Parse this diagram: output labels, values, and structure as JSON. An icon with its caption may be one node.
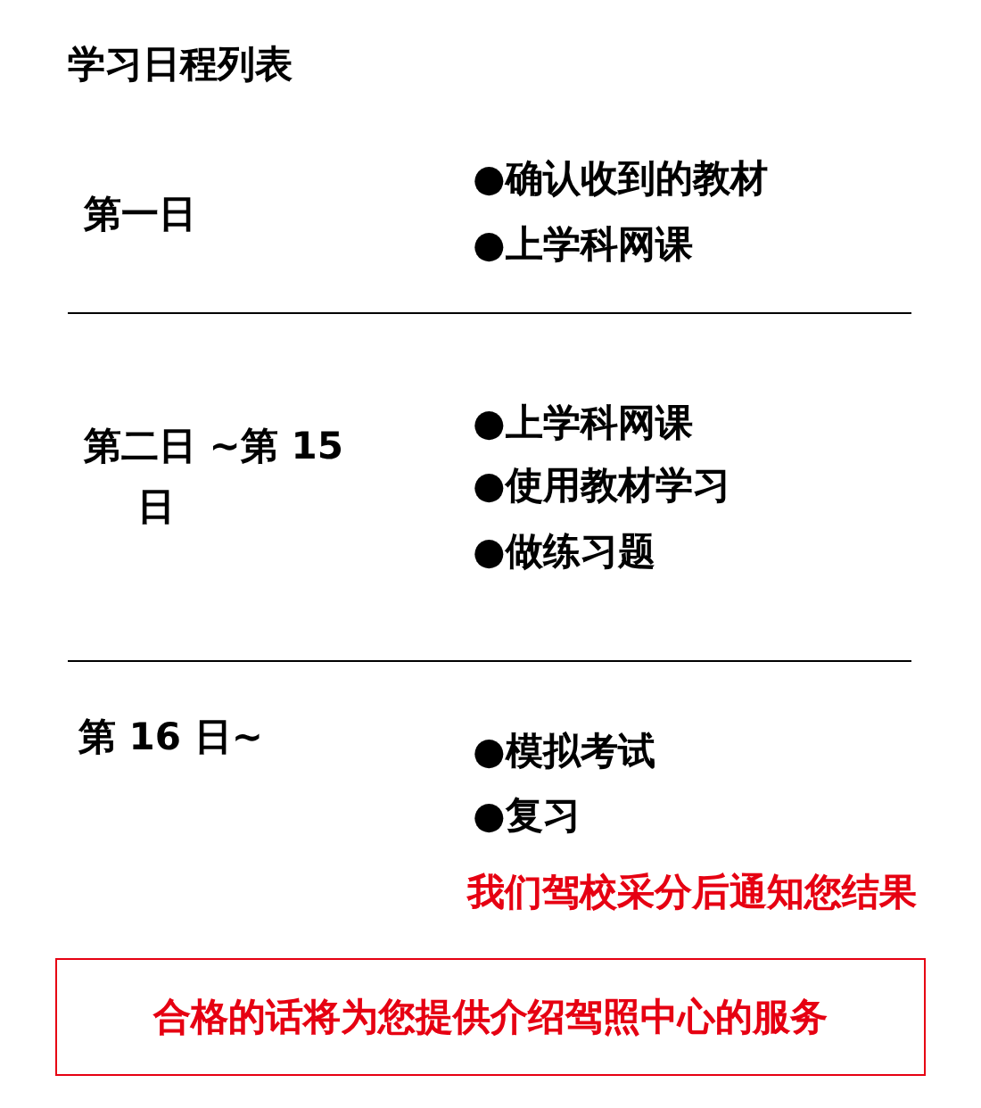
{
  "diagram": {
    "title": "学习日程列表",
    "nodes": [
      {
        "text": [
          "合格的话将为您提供介绍驾照中心的服务"
        ]
      }
    ],
    "labels": [
      "第一日",
      "●确认收到的教材",
      "●上学科网课",
      "第二日 ~第 15 日",
      "●上学科网课",
      "●使用教材学习",
      "●做练习题",
      "第 16 日~",
      "●模拟考试",
      "●复习",
      "我们驾校采分后通知您结果"
    ]
  }
}
